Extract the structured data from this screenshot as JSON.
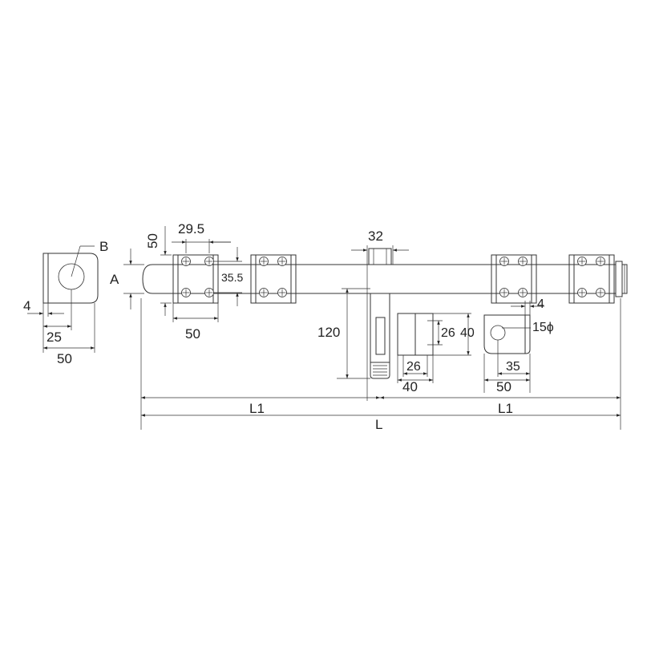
{
  "labels": {
    "left_plate_height": "50",
    "bracket_spacing": "29.5",
    "bracket_hole_pitch": "35.5",
    "bracket_width": "50",
    "bar_dia": "A",
    "hole_dia": "B",
    "plate_thickness": "4",
    "hole_offset": "25",
    "plate_width": "50",
    "handle_width": "32",
    "handle_length": "120",
    "small_plate_hole_v": "26",
    "small_plate_height": "40",
    "small_plate_hole_h": "26",
    "small_plate_width": "40",
    "eye_thickness": "4",
    "eye_hole": "15ϕ",
    "eye_hole_offset": "35",
    "eye_width": "50",
    "half_length_left": "L1",
    "half_length_right": "L1",
    "total_length": "L"
  },
  "colors": {
    "line": "#333333",
    "background": "#ffffff"
  }
}
